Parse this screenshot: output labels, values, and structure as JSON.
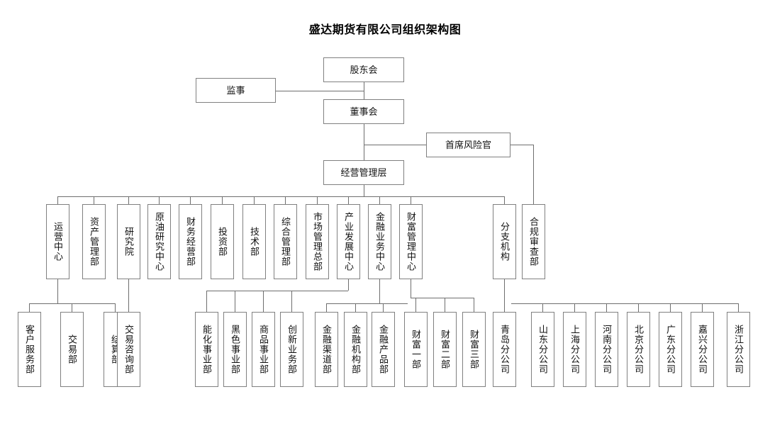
{
  "title": "盛达期货有限公司组织架构图",
  "colors": {
    "box_border": "#808080",
    "line": "#6e6e6e",
    "background": "#ffffff",
    "text": "#111111"
  },
  "chart_type": "org-chart",
  "nodes": {
    "shareholders": {
      "label": "股东会",
      "level": 0
    },
    "supervisor": {
      "label": "监事",
      "level": 0
    },
    "board": {
      "label": "董事会",
      "level": 1
    },
    "cro": {
      "label": "首席风险官",
      "level": 2
    },
    "management": {
      "label": "经营管理层",
      "level": 3
    },
    "compliance": {
      "label": "合规审查部",
      "level": 4
    }
  },
  "departments": [
    {
      "id": "operations-center",
      "label": "运营中心"
    },
    {
      "id": "asset-management",
      "label": "资产管理部"
    },
    {
      "id": "research-institute",
      "label": "研究院"
    },
    {
      "id": "crude-oil-research-center",
      "label": "原油研究中心"
    },
    {
      "id": "finance-operations",
      "label": "财务经营部"
    },
    {
      "id": "investment",
      "label": "投资部"
    },
    {
      "id": "technology",
      "label": "技术部"
    },
    {
      "id": "general-management",
      "label": "综合管理部"
    },
    {
      "id": "market-management-hq",
      "label": "市场管理总部"
    },
    {
      "id": "industry-development-center",
      "label": "产业发展中心"
    },
    {
      "id": "financial-business-center",
      "label": "金融业务中心"
    },
    {
      "id": "wealth-management-center",
      "label": "财富管理中心"
    },
    {
      "id": "branches",
      "label": "分支机构"
    },
    {
      "id": "compliance-review",
      "label": "合规审查部"
    }
  ],
  "sub_departments": {
    "operations_center": [
      {
        "id": "customer-service",
        "label": "客户服务部"
      },
      {
        "id": "trading",
        "label": "交易部"
      },
      {
        "id": "settlement",
        "label": "结算部"
      }
    ],
    "research_institute": [
      {
        "id": "trading-consulting",
        "label": "交易咨询部"
      }
    ],
    "industry_development": [
      {
        "id": "energy-chemical-division",
        "label": "能化事业部"
      },
      {
        "id": "ferrous-division",
        "label": "黑色事业部"
      },
      {
        "id": "commodity-division",
        "label": "商品事业部"
      },
      {
        "id": "innovation-business",
        "label": "创新业务部"
      }
    ],
    "financial_business": [
      {
        "id": "financial-channel",
        "label": "金融渠道部"
      },
      {
        "id": "financial-institution",
        "label": "金融机构部"
      },
      {
        "id": "financial-product",
        "label": "金融产品部"
      }
    ],
    "wealth_management": [
      {
        "id": "wealth-one",
        "label": "财富一部"
      },
      {
        "id": "wealth-two",
        "label": "财富二部"
      },
      {
        "id": "wealth-three",
        "label": "财富三部"
      }
    ],
    "branches": [
      {
        "id": "qingdao-branch",
        "label": "青岛分公司"
      },
      {
        "id": "shandong-branch",
        "label": "山东分公司"
      },
      {
        "id": "shanghai-branch",
        "label": "上海分公司"
      },
      {
        "id": "henan-branch",
        "label": "河南分公司"
      },
      {
        "id": "beijing-branch",
        "label": "北京分公司"
      },
      {
        "id": "guangdong-branch",
        "label": "广东分公司"
      },
      {
        "id": "jiaxing-branch",
        "label": "嘉兴分公司"
      },
      {
        "id": "zhejiang-branch",
        "label": "浙江分公司"
      }
    ]
  }
}
